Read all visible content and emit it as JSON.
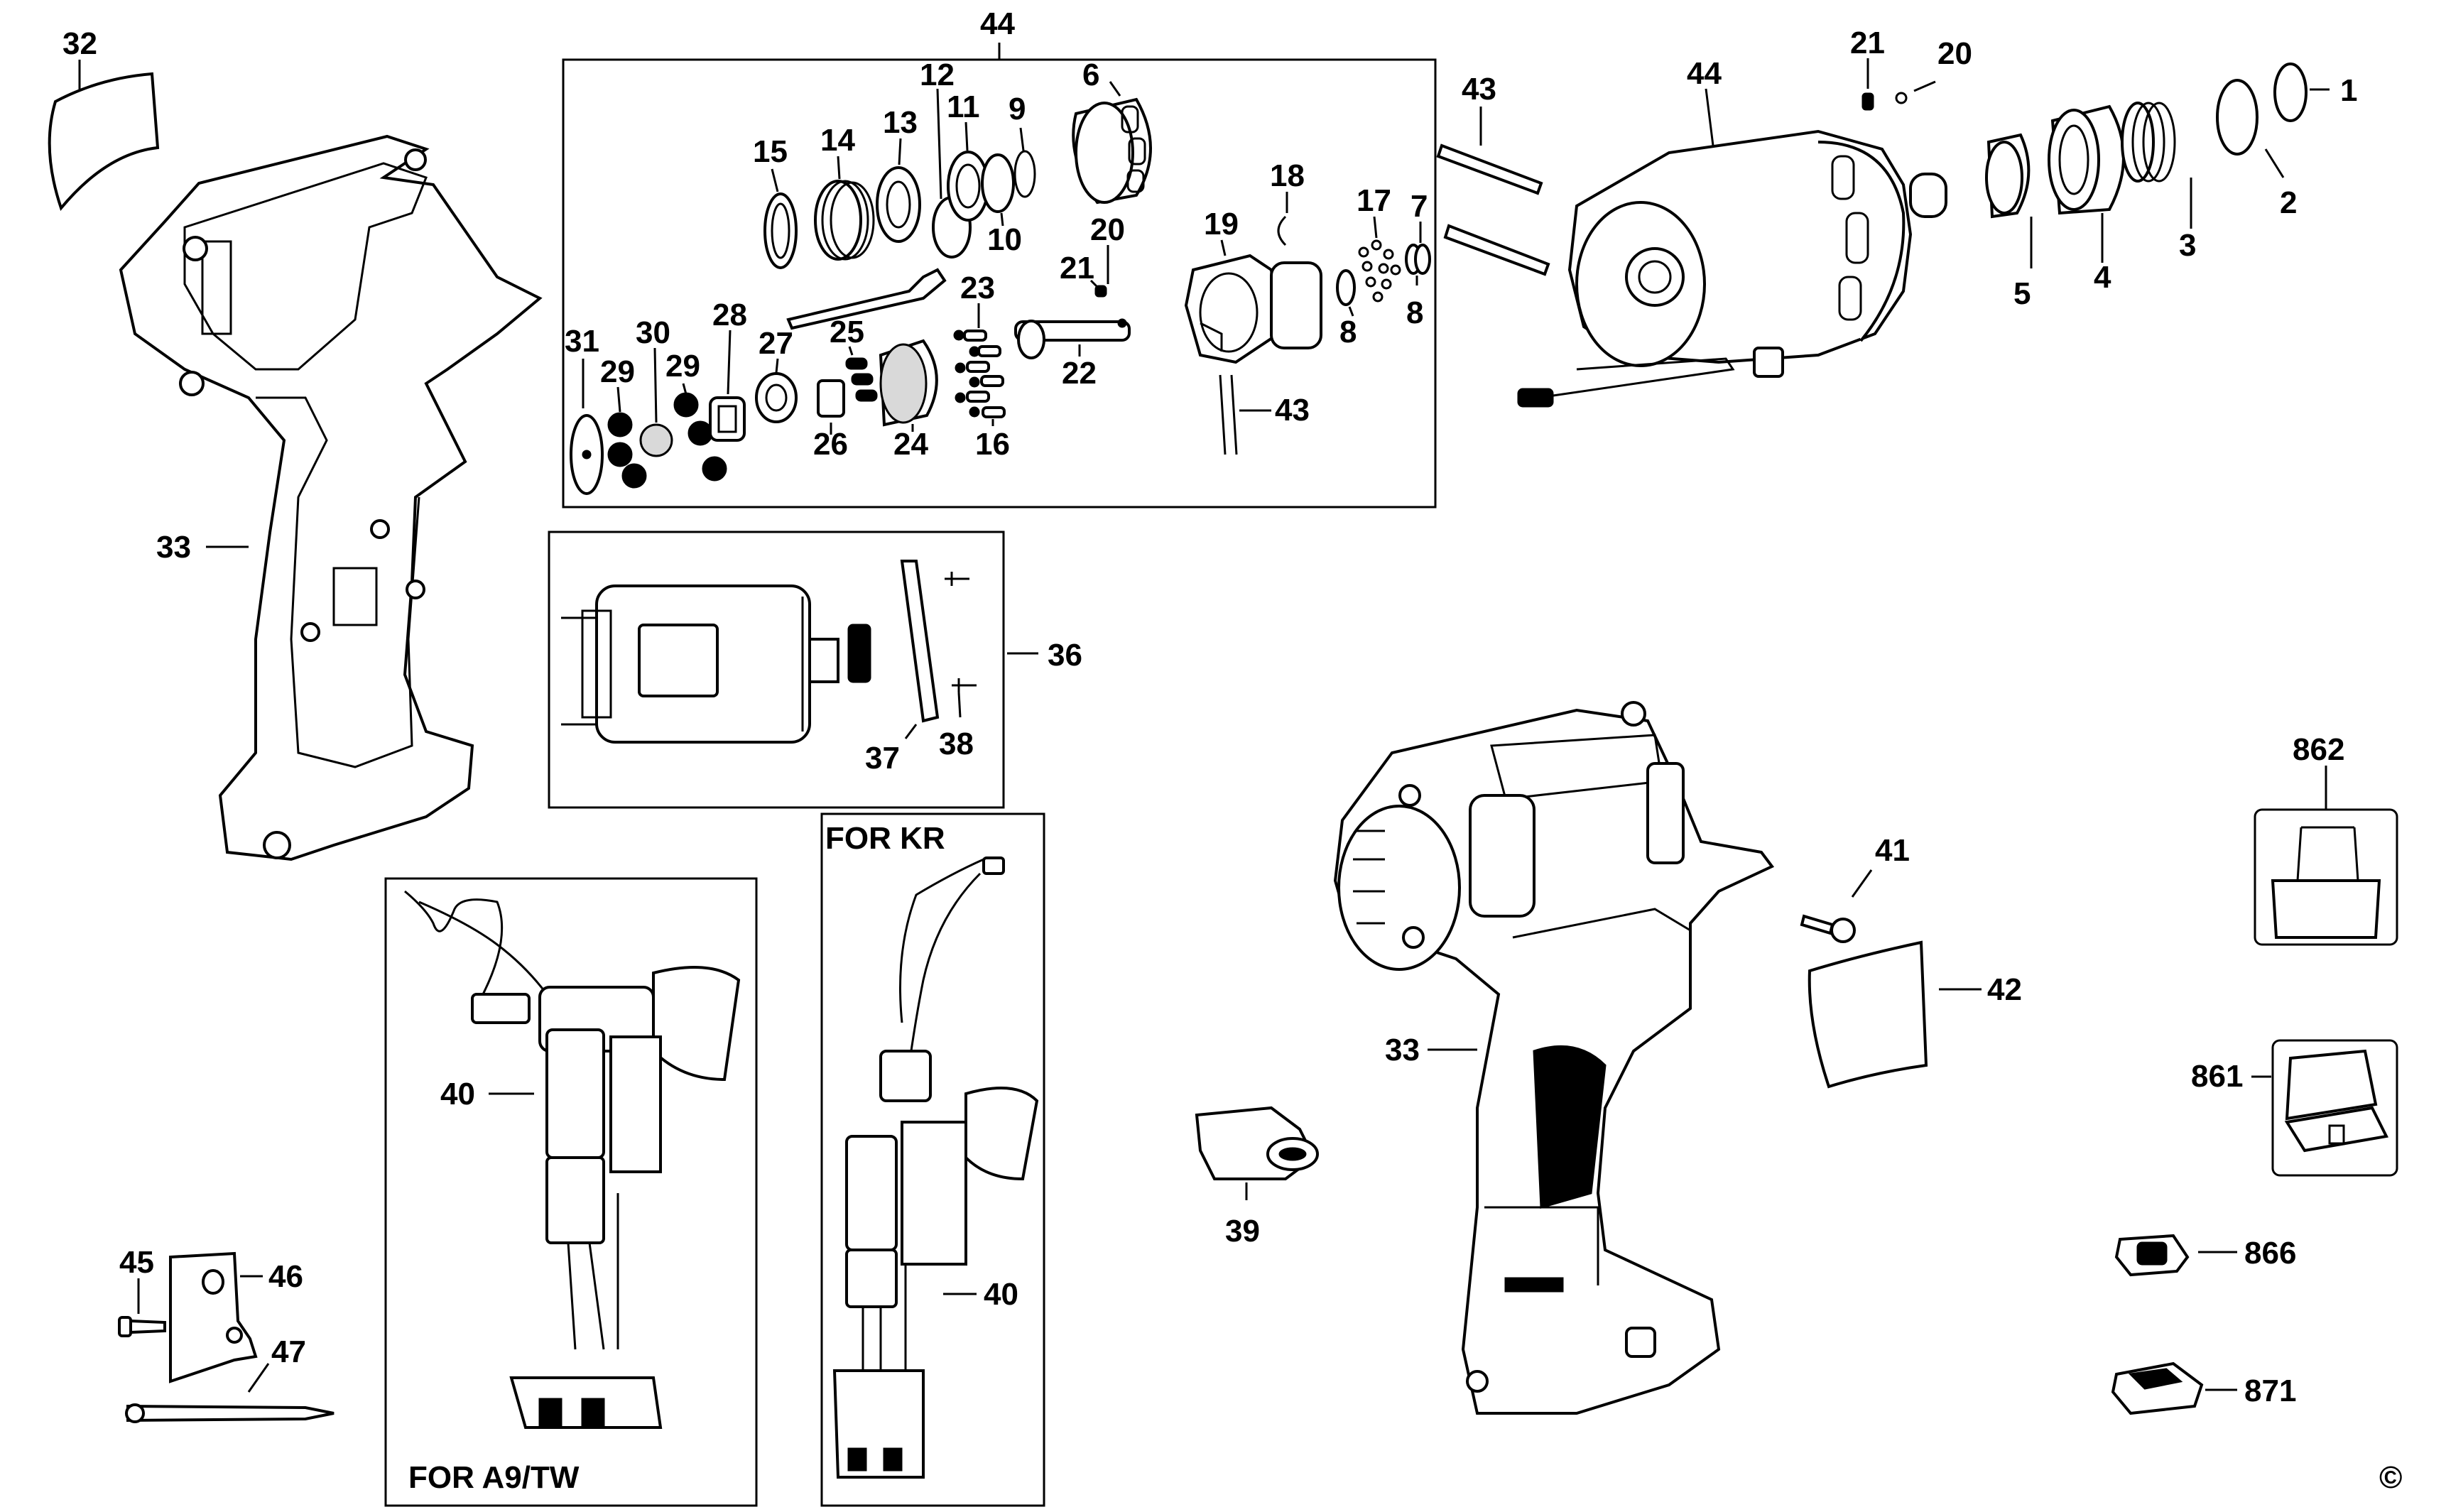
{
  "part_labels": {
    "p1": "1",
    "p2": "2",
    "p3": "3",
    "p4": "4",
    "p5": "5",
    "p6": "6",
    "p7": "7",
    "p8a": "8",
    "p8b": "8",
    "p9": "9",
    "p10": "10",
    "p11": "11",
    "p12": "12",
    "p13": "13",
    "p14": "14",
    "p15": "15",
    "p16": "16",
    "p17": "17",
    "p18": "18",
    "p19": "19",
    "p20a": "20",
    "p20b": "20",
    "p21a": "21",
    "p21b": "21",
    "p22": "22",
    "p23": "23",
    "p24": "24",
    "p25": "25",
    "p26": "26",
    "p27": "27",
    "p28": "28",
    "p29a": "29",
    "p29b": "29",
    "p30": "30",
    "p31": "31",
    "p32": "32",
    "p33a": "33",
    "p33b": "33",
    "p36": "36",
    "p37": "37",
    "p38": "38",
    "p39": "39",
    "p40a": "40",
    "p40b": "40",
    "p41": "41",
    "p42": "42",
    "p43a": "43",
    "p43b": "43",
    "p44a": "44",
    "p44b": "44",
    "p45": "45",
    "p46": "46",
    "p47": "47",
    "p861": "861",
    "p862": "862",
    "p866": "866",
    "p871": "871"
  },
  "captions": {
    "for_kr": "FOR KR",
    "for_a9_tw": "FOR A9/TW",
    "copyright": "©"
  }
}
